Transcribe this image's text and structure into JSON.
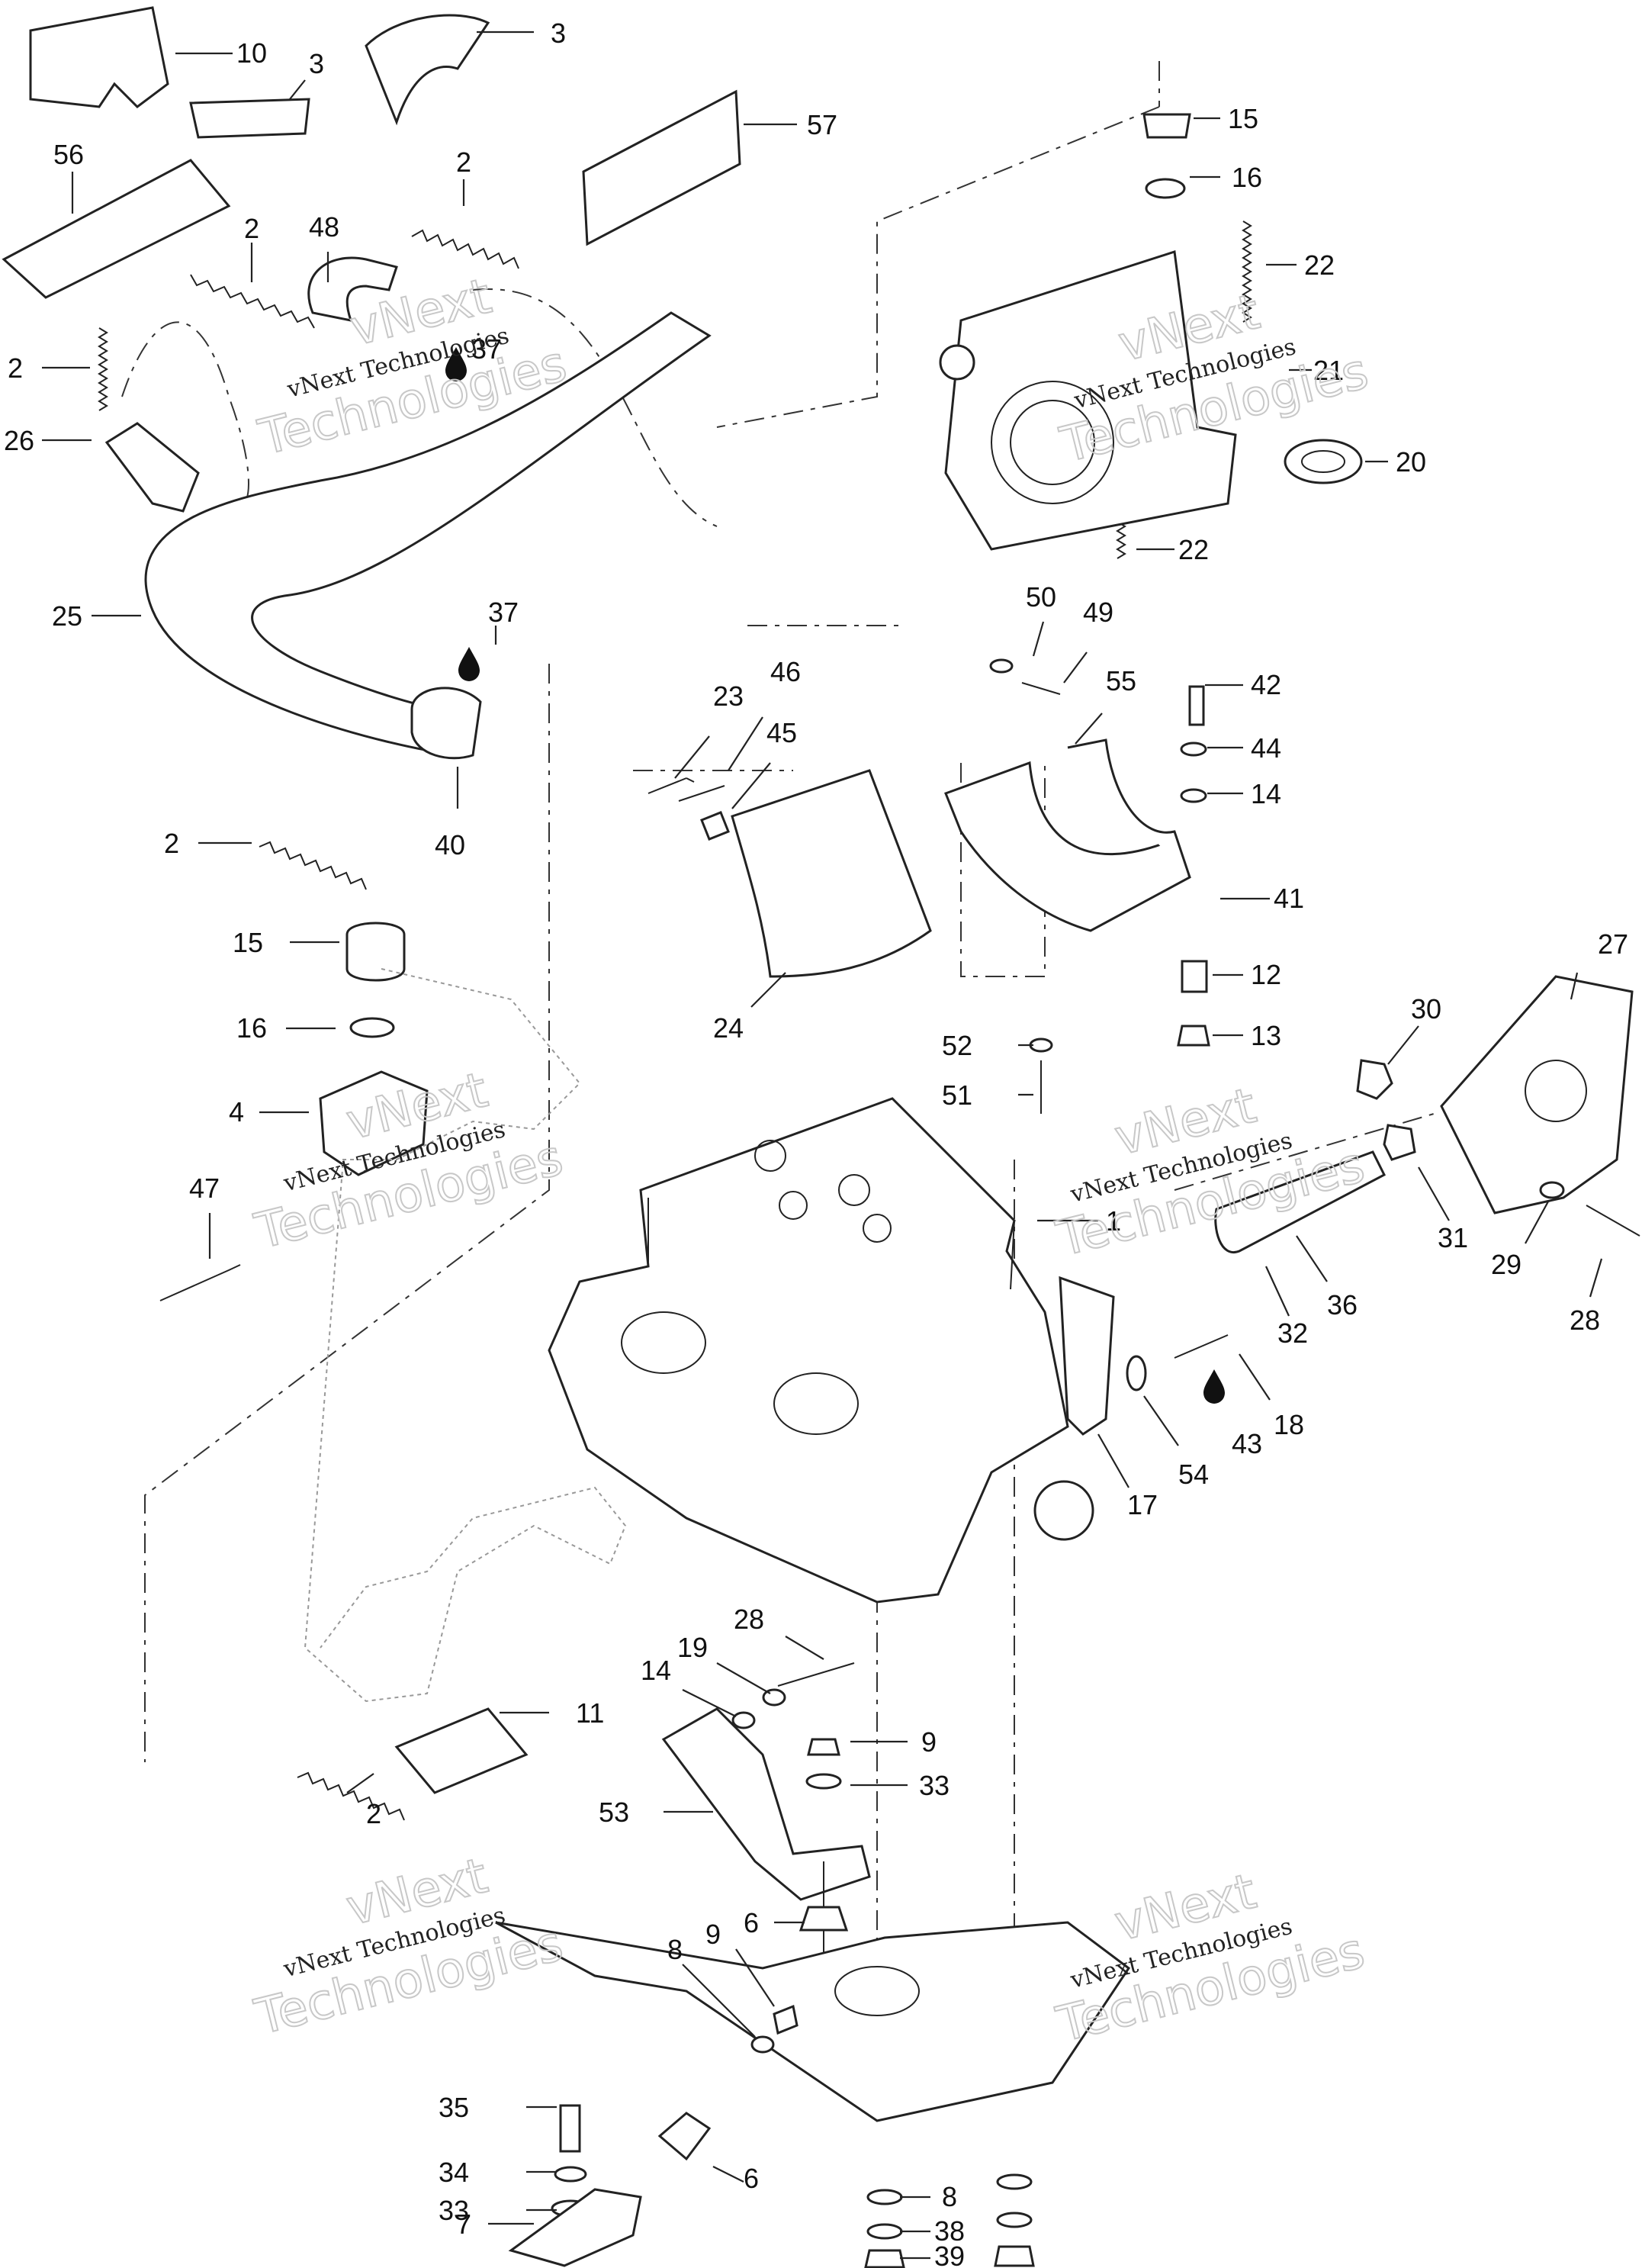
{
  "watermark": {
    "line1": "vNext",
    "line2": "vNext Technologies",
    "line3": "Technologies"
  },
  "callouts": [
    "10",
    "3",
    "3",
    "57",
    "15",
    "16",
    "56",
    "2",
    "2",
    "48",
    "22",
    "2",
    "37",
    "21",
    "26",
    "20",
    "22",
    "25",
    "37",
    "50",
    "49",
    "46",
    "23",
    "55",
    "42",
    "45",
    "44",
    "14",
    "40",
    "2",
    "41",
    "24",
    "15",
    "12",
    "13",
    "16",
    "52",
    "27",
    "51",
    "30",
    "4",
    "1",
    "31",
    "47",
    "29",
    "36",
    "32",
    "28",
    "18",
    "43",
    "17",
    "54",
    "28",
    "19",
    "14",
    "11",
    "9",
    "33",
    "2",
    "53",
    "6",
    "9",
    "8",
    "35",
    "34",
    "33",
    "7",
    "6",
    "8",
    "38",
    "39"
  ]
}
